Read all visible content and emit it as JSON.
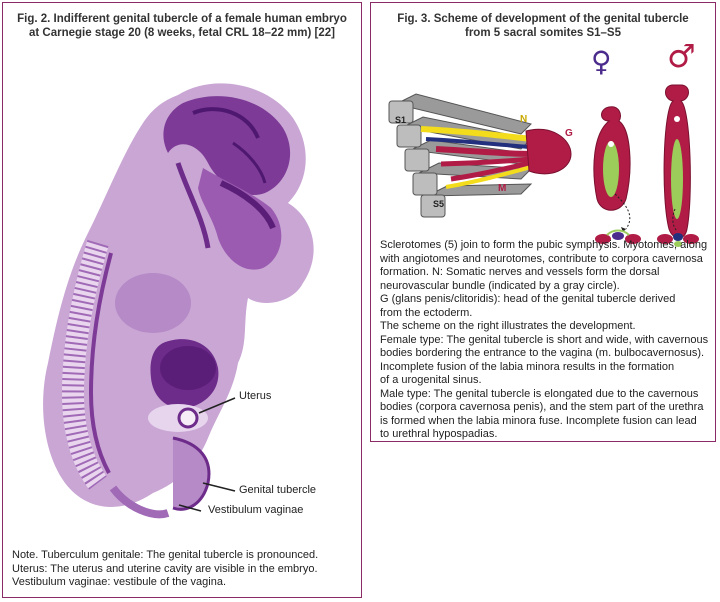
{
  "fig2": {
    "title_line1": "Fig. 2. Indifferent genital tubercle of a female human embryo",
    "title_line2": "at Carnegie stage 20 (8 weeks, fetal CRL 18–22 mm) [22]",
    "labels": {
      "uterus": "Uterus",
      "genital_tubercle": "Genital tubercle",
      "vestibulum": "Vestibulum vaginae"
    },
    "note": [
      "Note. Tuberculum genitale: The genital tubercle is pronounced.",
      "Uterus: The uterus and uterine cavity are visible in the embryo.",
      "Vestibulum vaginae: vestibule of the vagina."
    ]
  },
  "fig3": {
    "title_line1": "Fig. 3. Scheme of development of the genital tubercle",
    "title_line2": "from 5 sacral somites S1–S5",
    "labels": {
      "s1": "S1",
      "s5": "S5",
      "n": "N",
      "g": "G",
      "m": "M"
    },
    "symbols": {
      "female": "♀",
      "male": "♂"
    },
    "colors": {
      "gray": "#8a8a8a",
      "yellow": "#f2dc1c",
      "red": "#b01c45",
      "blue": "#23307e",
      "green": "#9ccc5a",
      "female": "#4b2c8c",
      "male": "#b01c45"
    },
    "note": [
      "Sclerotomes (5) join to form the pubic symphysis. Myotomes, along",
      "with angiotomes and neurotomes, contribute to corpora cavernosa",
      "formation. N: Somatic nerves and vessels form the dorsal",
      "neurovascular bundle (indicated by a gray circle).",
      "G (glans penis/clitoridis): head of the genital tubercle derived",
      "from the ectoderm.",
      "The scheme on the right illustrates the development.",
      "Female type: The genital tubercle is short and wide, with cavernous",
      "bodies bordering the entrance to the vagina (m. bulbocavernosus).",
      "Incomplete fusion of the labia minora results in the formation",
      "of a urogenital sinus.",
      "Male type: The genital tubercle is elongated due to the cavernous",
      "bodies (corpora cavernosa penis), and the stem part of the urethra",
      "is formed when the labia minora fuse. Incomplete fusion can lead",
      "to urethral hypospadias."
    ]
  }
}
